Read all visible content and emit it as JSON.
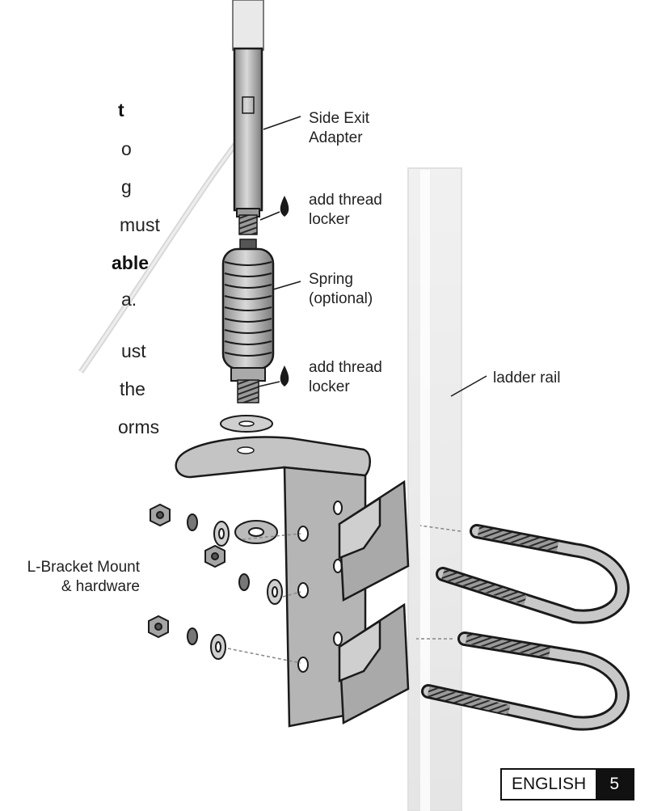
{
  "intro_text": {
    "fragments": [
      {
        "text": "t",
        "bold": true
      },
      {
        "text": "o",
        "bold": false
      },
      {
        "text": "g",
        "bold": false
      },
      {
        "text": "must",
        "bold": false
      },
      {
        "text": "able",
        "bold": true
      },
      {
        "text": "a.",
        "bold": false
      },
      {
        "text": "ust",
        "bold": false
      },
      {
        "text": "the",
        "bold": false
      },
      {
        "text": "orms",
        "bold": false
      }
    ]
  },
  "callouts": {
    "side_exit": [
      "Side Exit",
      "Adapter"
    ],
    "thread_locker_top": [
      "add thread",
      "locker"
    ],
    "spring": [
      "Spring",
      "(optional)"
    ],
    "thread_locker_bottom": [
      "add thread",
      "locker"
    ],
    "ladder_rail": [
      "ladder rail"
    ],
    "l_bracket": [
      "L-Bracket Mount",
      "& hardware"
    ]
  },
  "footer": {
    "language": "ENGLISH",
    "page_number": "5"
  },
  "colors": {
    "ink": "#1a1a1a",
    "metal": "#b9b9b9",
    "metal_dark": "#8a8a8a",
    "rail": "#f6f6f6",
    "badge": "#111111"
  }
}
